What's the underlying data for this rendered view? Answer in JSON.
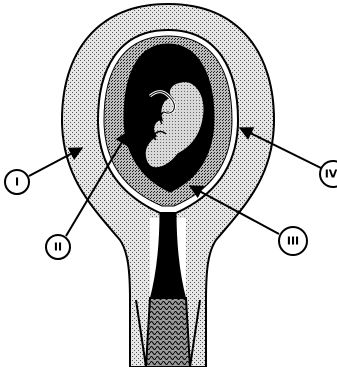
{
  "labels": {
    "label_1": "I",
    "label_2": "II",
    "label_3": "III",
    "label_4": "IV"
  },
  "colors": {
    "outline": "#000000",
    "stipple_light": "#cfcfcf",
    "stipple_medium": "#9a9a9a",
    "background": "#ffffff"
  }
}
